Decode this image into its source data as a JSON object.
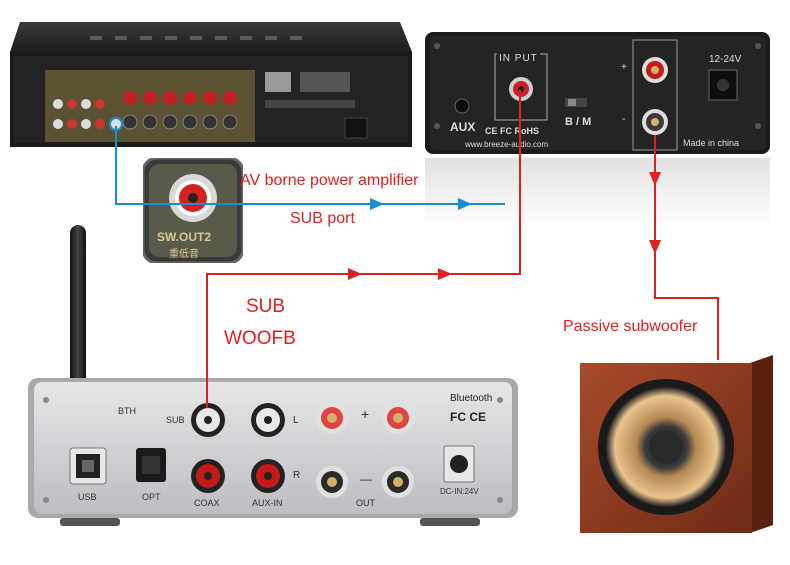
{
  "labels": {
    "av_amp": "AV borne power amplifier",
    "sub_port": "SUB port",
    "sub": "SUB",
    "woofb": "WOOFB",
    "passive_sub": "Passive subwoofer"
  },
  "sub_amp": {
    "input_label": "IN PUT",
    "aux_label": "AUX",
    "bm_label": "B / M",
    "plus": "+",
    "minus": "-",
    "power_label": "12-24V",
    "cert": "CE FC RoHS",
    "website": "www.breeze-audio.com",
    "made_in": "Made in china"
  },
  "zoom_callout": {
    "port_label": "SW.OUT2",
    "cn_label": "重低音"
  },
  "main_amp": {
    "bth": "BTH",
    "sub": "SUB",
    "l": "L",
    "r": "R",
    "usb": "USB",
    "opt": "OPT",
    "coax": "COAX",
    "aux_in": "AUX-IN",
    "out": "OUT",
    "plus": "+",
    "minus": "—",
    "bluetooth": "Bluetooth",
    "cert": "FC CE",
    "dc_in": "DC-IN:24V"
  },
  "colors": {
    "red_line": "#e02020",
    "blue_line": "#1a8fd0",
    "wood": "#8a3a22"
  }
}
